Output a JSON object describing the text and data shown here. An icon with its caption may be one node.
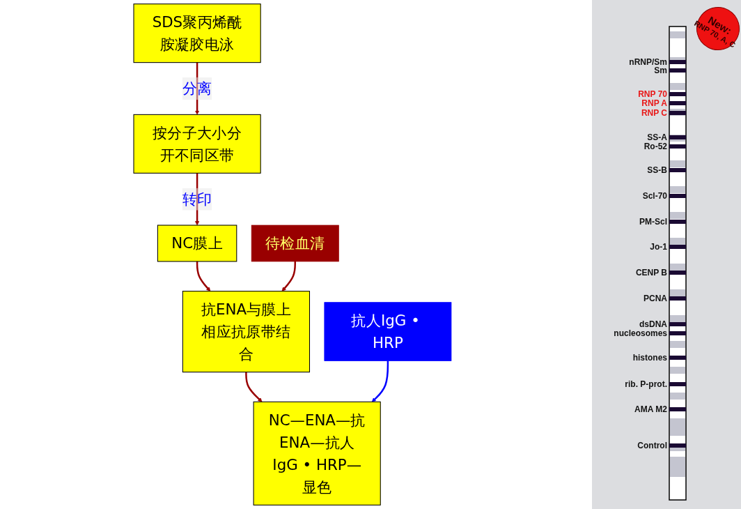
{
  "diagram": {
    "nodes": [
      {
        "text": [
          "SDS聚丙烯酰胺凝胶电泳"
        ]
      },
      {
        "text": [
          "按分子大小分开不同区带"
        ]
      },
      {
        "text": [
          "NC膜上"
        ]
      },
      {
        "text": [
          "待检血清"
        ]
      },
      {
        "text": [
          "抗ENA与膜上相应抗原带结合"
        ]
      },
      {
        "text": [
          "抗人IgG • HRP"
        ]
      },
      {
        "text": [
          "NC—ENA—抗ENA—抗人IgG • HRP—显色"
        ]
      }
    ],
    "edges": [
      {
        "from": 0,
        "to": 1,
        "arrow": "to",
        "label": "分离"
      },
      {
        "from": 1,
        "to": 2,
        "arrow": "to",
        "label": "转印"
      },
      {
        "from": 2,
        "to": 4,
        "arrow": "to"
      },
      {
        "from": 3,
        "to": 4,
        "arrow": "to"
      },
      {
        "from": 4,
        "to": 6,
        "arrow": "to"
      },
      {
        "from": 5,
        "to": 6,
        "arrow": "to",
        "color": "#0000ff"
      }
    ],
    "labels": [
      "New:",
      "RNP 70, A, C",
      "nRNP/Sm",
      "Sm",
      "RNP 70",
      "RNP A",
      "RNP C",
      "SS-A",
      "Ro-52",
      "SS-B",
      "Scl-70",
      "PM-Scl",
      "Jo-1",
      "CENP B",
      "PCNA",
      "dsDNA",
      "nucleosomes",
      "histones",
      "rib. P-prot.",
      "AMA M2",
      "Control"
    ]
  }
}
